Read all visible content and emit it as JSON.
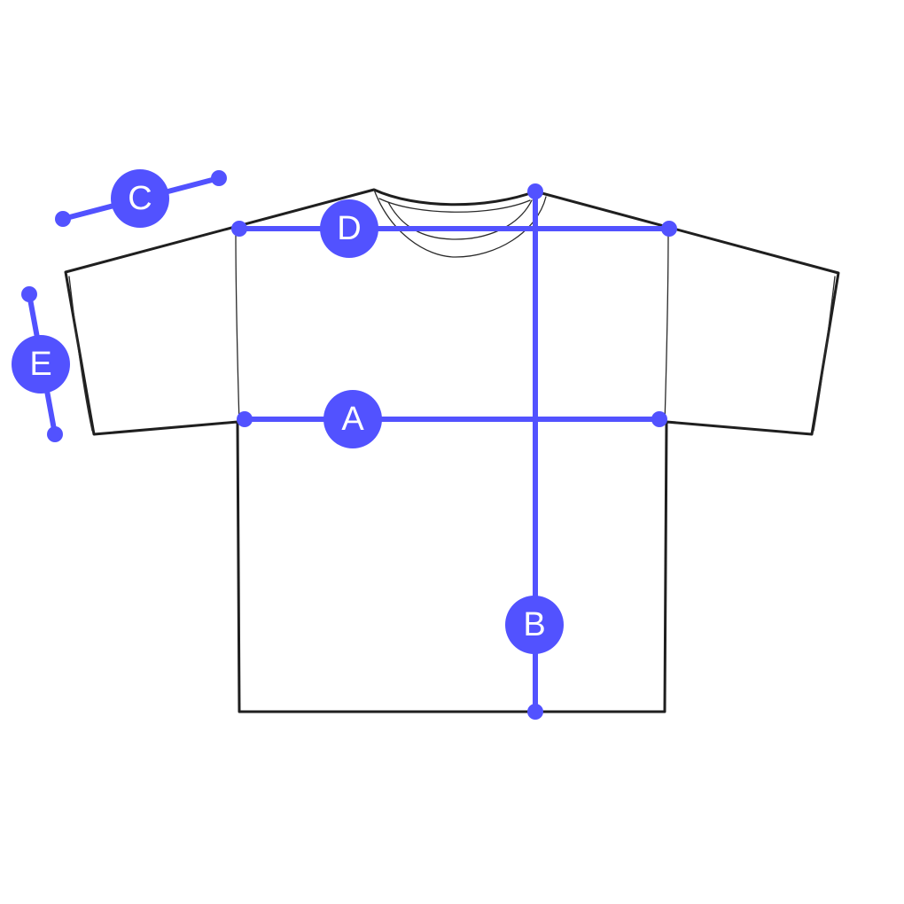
{
  "colors": {
    "accent": "#5252ff",
    "outline": "#1f1f1f",
    "label_text": "#ffffff"
  },
  "measurements": {
    "A": {
      "label": "A"
    },
    "B": {
      "label": "B"
    },
    "C": {
      "label": "C"
    },
    "D": {
      "label": "D"
    },
    "E": {
      "label": "E"
    }
  }
}
